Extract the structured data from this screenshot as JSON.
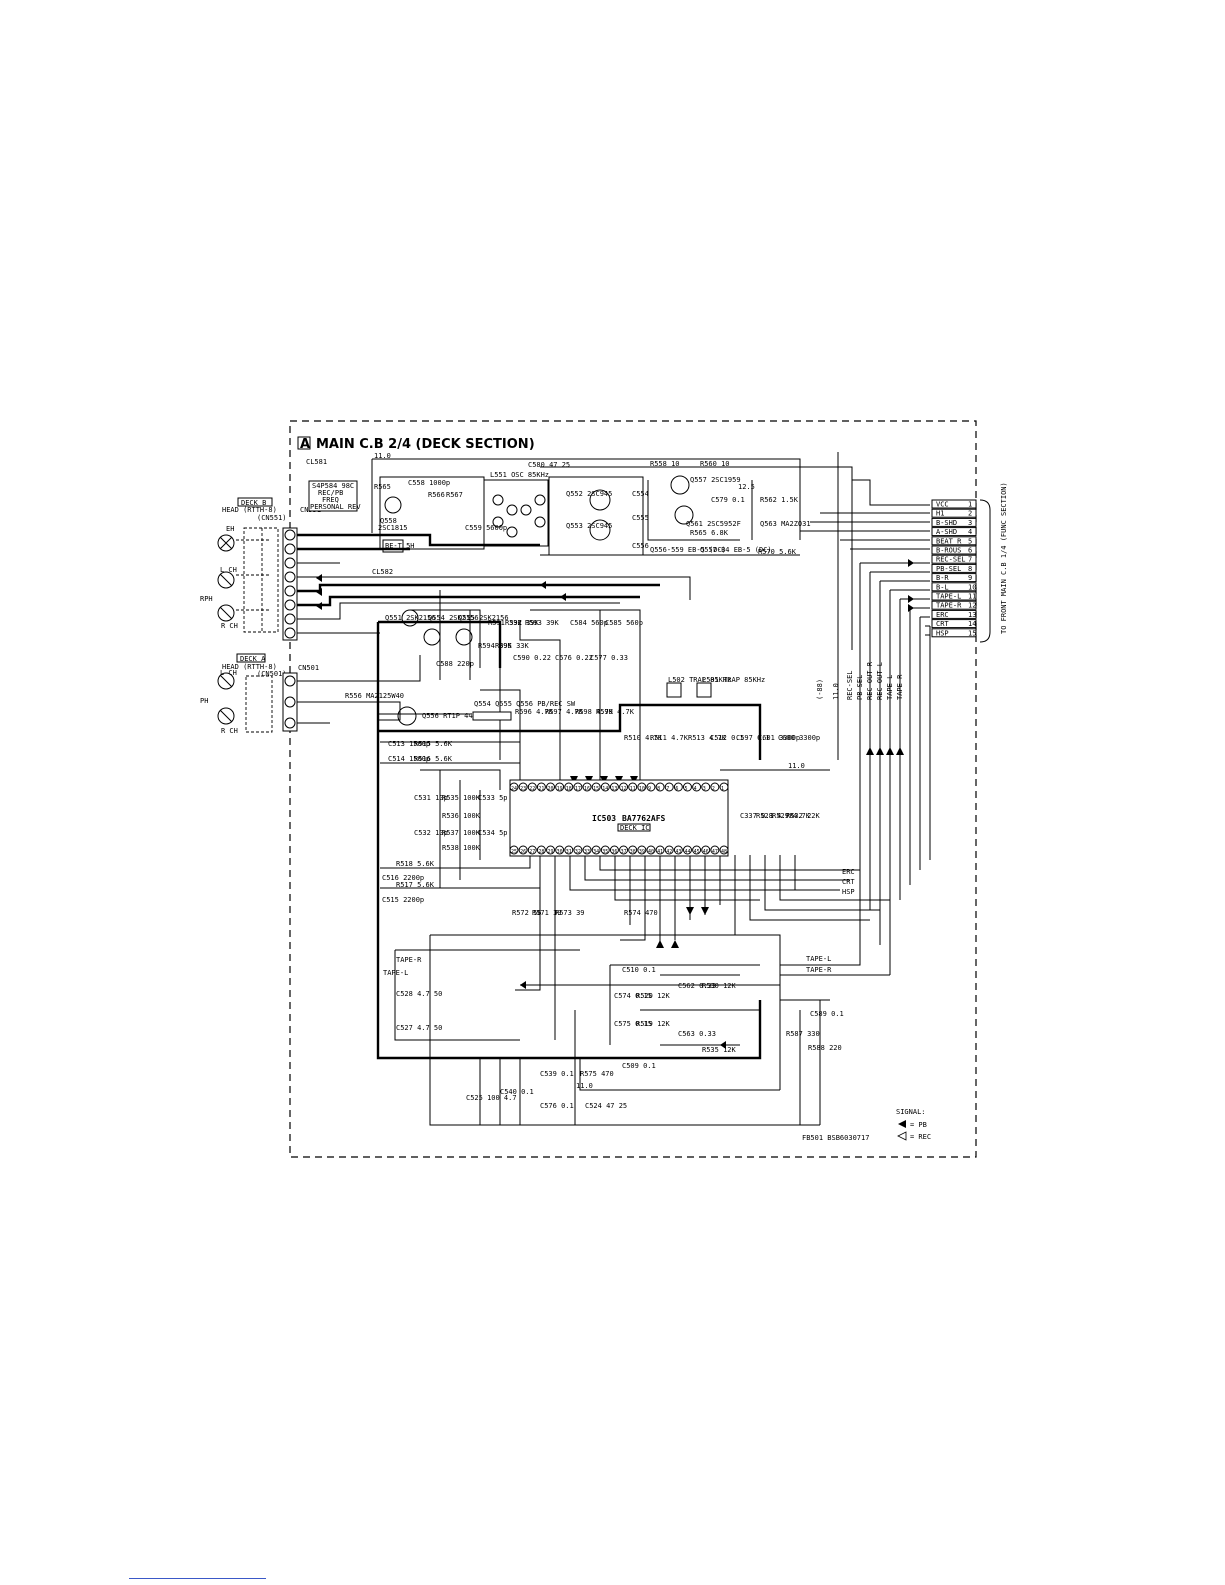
{
  "frame": {
    "section_tag": "A",
    "title": "MAIN C.B 2/4 (DECK SECTION)"
  },
  "deck_b": {
    "tag": "DECK B",
    "head": "HEAD (RTTH-8)",
    "connector": "CN551",
    "connector_alt": "(CN551)",
    "head_labels": [
      "EH",
      "L CH",
      "RPH",
      "R CH"
    ],
    "cl_top": "CL581",
    "cl_bottom": "CL582",
    "switch_label": "S4P584 98C",
    "switch_lines": [
      "REC/PB",
      "FREQ",
      "PERSONAL REV"
    ],
    "bi_label": "BE-T 5H"
  },
  "deck_a": {
    "tag": "DECK A",
    "head": "HEAD (RTTH-8)",
    "connector": "CN501",
    "connector_alt": "(CN501)",
    "head_labels": [
      "L CH",
      "PH",
      "R CH"
    ]
  },
  "top_components": [
    "11.0",
    "R565",
    "Q558",
    "2SC1815",
    "C558 1000p",
    "R566",
    "R567",
    "C559 5600p",
    "L551 OSC 85KHz",
    "C580 47 25",
    "Q552 2SC945",
    "Q553 2SC945",
    "C554",
    "C555",
    "C556",
    "R558 10",
    "R560 10",
    "Q557 2SC1959",
    "C579 0.1",
    "12.5",
    "R562 1.5K",
    "Q561 2SC5952F",
    "R565 6.8K",
    "Q563 MA2Z031",
    "R570 5.6K",
    "Q556-559 EB-5 (DC)",
    "Q557-B4 EB-5 (DC)"
  ],
  "ic": {
    "ref": "IC503",
    "part": "BA7762AFS",
    "sub": "DECK IC",
    "pins_top": [
      "24",
      "23",
      "22",
      "21",
      "20",
      "19",
      "18",
      "17",
      "16",
      "15",
      "14",
      "13",
      "12",
      "11",
      "10",
      "9",
      "8",
      "7",
      "6",
      "5",
      "4",
      "3",
      "2",
      "1"
    ],
    "pins_bottom": [
      "25",
      "26",
      "27",
      "28",
      "29",
      "30",
      "31",
      "32",
      "33",
      "34",
      "35",
      "36",
      "37",
      "38",
      "39",
      "40",
      "41",
      "42",
      "43",
      "44",
      "45",
      "46",
      "47",
      "48"
    ]
  },
  "mid_components": [
    "Q551 2SK2156",
    "Q554 2SK2156",
    "Q555 2SK2156",
    "C588 220p",
    "R591 33K",
    "R592 39K",
    "R593 39K",
    "C584 560p",
    "C585 560p",
    "C590 0.22",
    "C576 0.22",
    "C577 0.33",
    "R594 39K",
    "R595 33K",
    "L502 TRAP 85KHz",
    "L501 TRAP 85KHz",
    "R596 4.7K",
    "R597 4.7K",
    "R598 4.7K",
    "R599 4.7K",
    "R556 MA2125W40",
    "Q556 RT1P 441C",
    "Q554 Q555 Q556 PB/REC SW"
  ],
  "left_components": [
    "C513 1500p",
    "C514 1500p",
    "R515 5.6K",
    "R516 5.6K",
    "C531 10p",
    "C532 10p",
    "R535 100K",
    "R536 100K",
    "C533 5p",
    "C534 5p",
    "R537 100K",
    "R538 100K",
    "R518 5.6K",
    "R517 5.6K",
    "C516 2200p",
    "C515 2200p"
  ],
  "bottom_components": [
    "R572 56",
    "R571 39",
    "R573 39",
    "R574 470",
    "C510 0.1",
    "C574 0.15",
    "C575 0.15",
    "R520 12K",
    "R519 12K",
    "C562 0.33",
    "C563 0.33",
    "R530 12K",
    "R535 12K",
    "C528 4.7 50",
    "C527 4.7 50",
    "C525 100 4.7",
    "C540 0.1",
    "C539 0.1",
    "C576 0.1",
    "C524 47 25",
    "R575 470",
    "C509 0.1",
    "11.0",
    "C589 0.1",
    "R587 330",
    "R588 220",
    "FB501 BSB6030717",
    "TAPE-L",
    "TAPE-R"
  ],
  "right_components": [
    "C337 0.1",
    "R528 4.7K",
    "R529 4.7K",
    "R532 22K",
    "C512 0.1",
    "C597 0.1",
    "C601 3300p",
    "C600 3300p",
    "R510 4.7K",
    "R511 4.7K",
    "R513 4.7K",
    "11.0"
  ],
  "connector_right": {
    "title": "TO FRONT MAIN C.B 1/4 (FUNC SECTION)",
    "pins": [
      {
        "name": "VCC",
        "pin": "1"
      },
      {
        "name": "H1",
        "pin": "2"
      },
      {
        "name": "B-SHD",
        "pin": "3"
      },
      {
        "name": "A-SHD",
        "pin": "4"
      },
      {
        "name": "BEAT R",
        "pin": "5"
      },
      {
        "name": "B-ROUS",
        "pin": "6"
      },
      {
        "name": "REC-SEL",
        "pin": "7"
      },
      {
        "name": "PB-SEL",
        "pin": "8"
      },
      {
        "name": "B-R",
        "pin": "9"
      },
      {
        "name": "B-L",
        "pin": "10"
      },
      {
        "name": "TAPE-L",
        "pin": "11"
      },
      {
        "name": "TAPE-R",
        "pin": "12"
      },
      {
        "name": "ERC",
        "pin": "13"
      },
      {
        "name": "CRT",
        "pin": "14"
      },
      {
        "name": "HSP",
        "pin": "15"
      }
    ],
    "vertical_labels": [
      "(-88)",
      "11.0",
      "REC-SEL",
      "PB-SEL",
      "REC-OUT-R",
      "REC-OUT-L",
      "TAPE-L",
      "TAPE-R"
    ],
    "bus_labels": [
      "ERC",
      "CRT",
      "HSP"
    ]
  },
  "legend": {
    "title": "SIGNAL:",
    "pb": "= PB",
    "rec": "= REC"
  }
}
